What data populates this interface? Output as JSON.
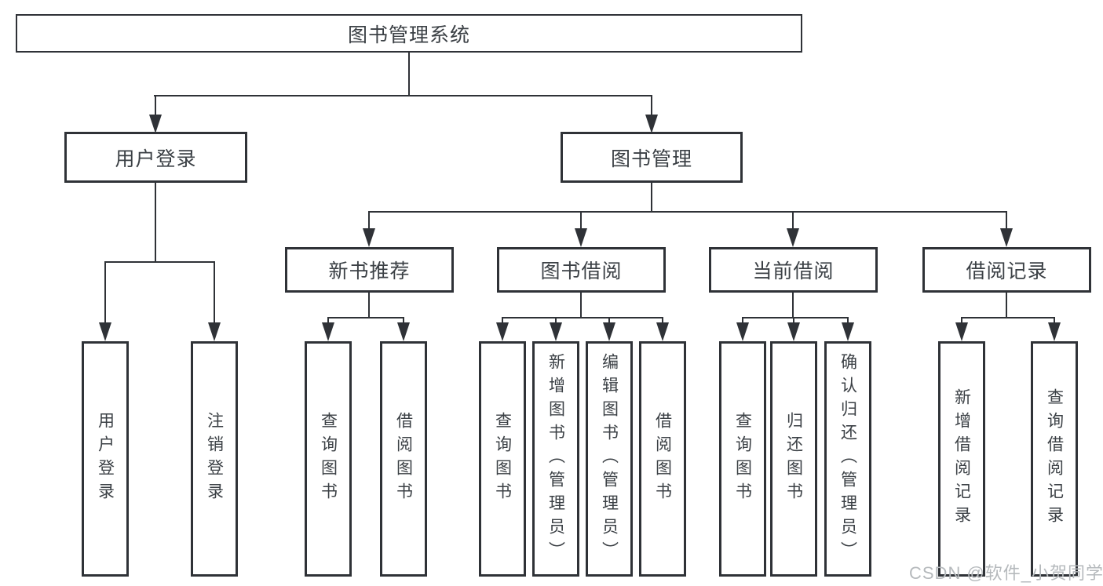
{
  "diagram": {
    "type": "functional-structure-tree",
    "root": "图书管理系统",
    "level2": [
      "用户登录",
      "图书管理"
    ],
    "level3": [
      "新书推荐",
      "图书借阅",
      "当前借阅",
      "借阅记录"
    ],
    "leaves": {
      "user_login": [
        "用户登录",
        "注销登录"
      ],
      "new_books": [
        "查询图书",
        "借阅图书"
      ],
      "book_borrow": [
        "查询图书",
        "新增图书（管理员）",
        "编辑图书（管理员）",
        "借阅图书"
      ],
      "current_borrow": [
        "查询图书",
        "归还图书",
        "确认归还（管理员）"
      ],
      "borrow_records": [
        "新增借阅记录",
        "查询借阅记录"
      ]
    },
    "colors": {
      "line": "#2f3237",
      "text": "#3b4045",
      "background": "#ffffff",
      "watermark": "#b5b9bc"
    },
    "watermark": "CSDN @软件_小贺同学"
  }
}
